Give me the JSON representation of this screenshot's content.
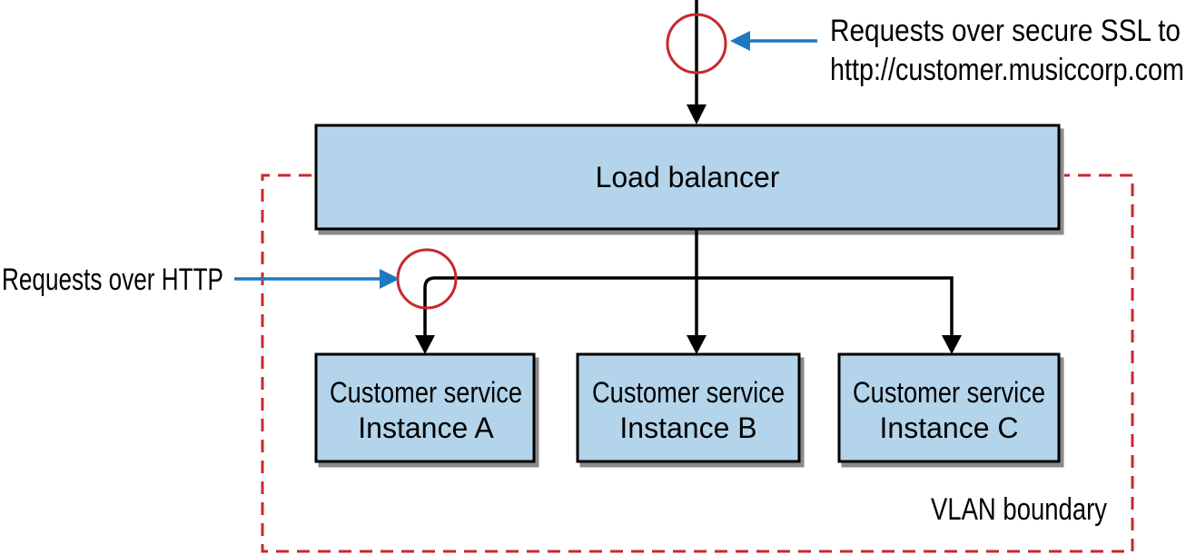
{
  "diagram": {
    "ssl_annotation": {
      "line1": "Requests over secure SSL to",
      "line2": "http://customer.musiccorp.com"
    },
    "http_annotation": "Requests over HTTP",
    "load_balancer": {
      "label": "Load balancer"
    },
    "instances": [
      {
        "line1": "Customer service",
        "line2": "Instance A"
      },
      {
        "line1": "Customer service",
        "line2": "Instance B"
      },
      {
        "line1": "Customer service",
        "line2": "Instance C"
      }
    ],
    "vlan_boundary_label": "VLAN boundary",
    "colors": {
      "box_fill": "#b3d4ea",
      "box_shadow": "#8a8a8a",
      "highlight_circle": "#c8282e",
      "callout_arrow": "#1f78c1",
      "vlan_boundary": "#c8282e",
      "connector": "#000000"
    }
  }
}
